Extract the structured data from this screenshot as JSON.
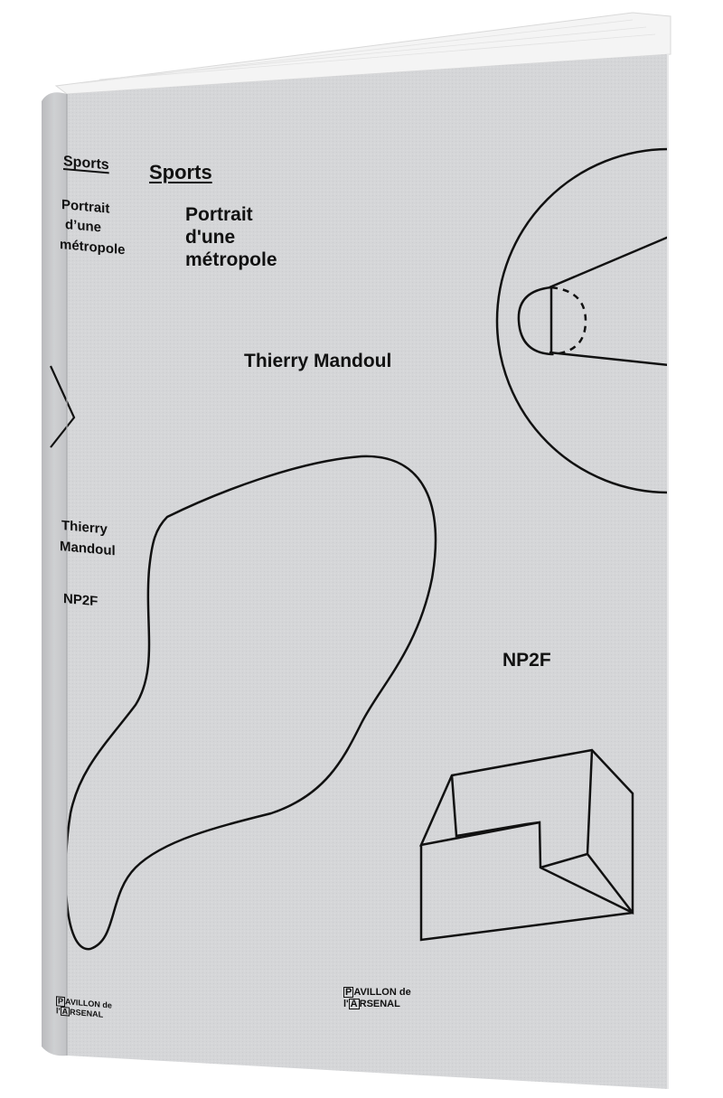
{
  "cover": {
    "series": "Sports",
    "title_line1": "Portrait",
    "title_line2": "d'une",
    "title_line3": "métropole",
    "author": "Thierry Mandoul",
    "coauthor": "NP2F",
    "publisher_box1": "P",
    "publisher_rest1": "AVILLON de",
    "publisher_pre2": "l'",
    "publisher_box2": "A",
    "publisher_rest2": "RSENAL"
  },
  "spine": {
    "series": "Sports",
    "title_line1": "Portrait",
    "title_line2": "d’une",
    "title_line3": "métropole",
    "author_line1": "Thierry",
    "author_line2": "Mandoul",
    "coauthor": "NP2F",
    "publisher_box1": "P",
    "publisher_rest1": "AVILLON de",
    "publisher_pre2": "l'",
    "publisher_box2": "A",
    "publisher_rest2": "RSENAL"
  },
  "colors": {
    "cover": "#d6d7d9",
    "spine": "#c6c7ca",
    "pages": "#f3f3f3",
    "ink": "#111111"
  },
  "icons": [
    "basketball-court-drawing",
    "blob-outline-drawing",
    "box-room-drawing",
    "spine-triangle-drawing"
  ]
}
